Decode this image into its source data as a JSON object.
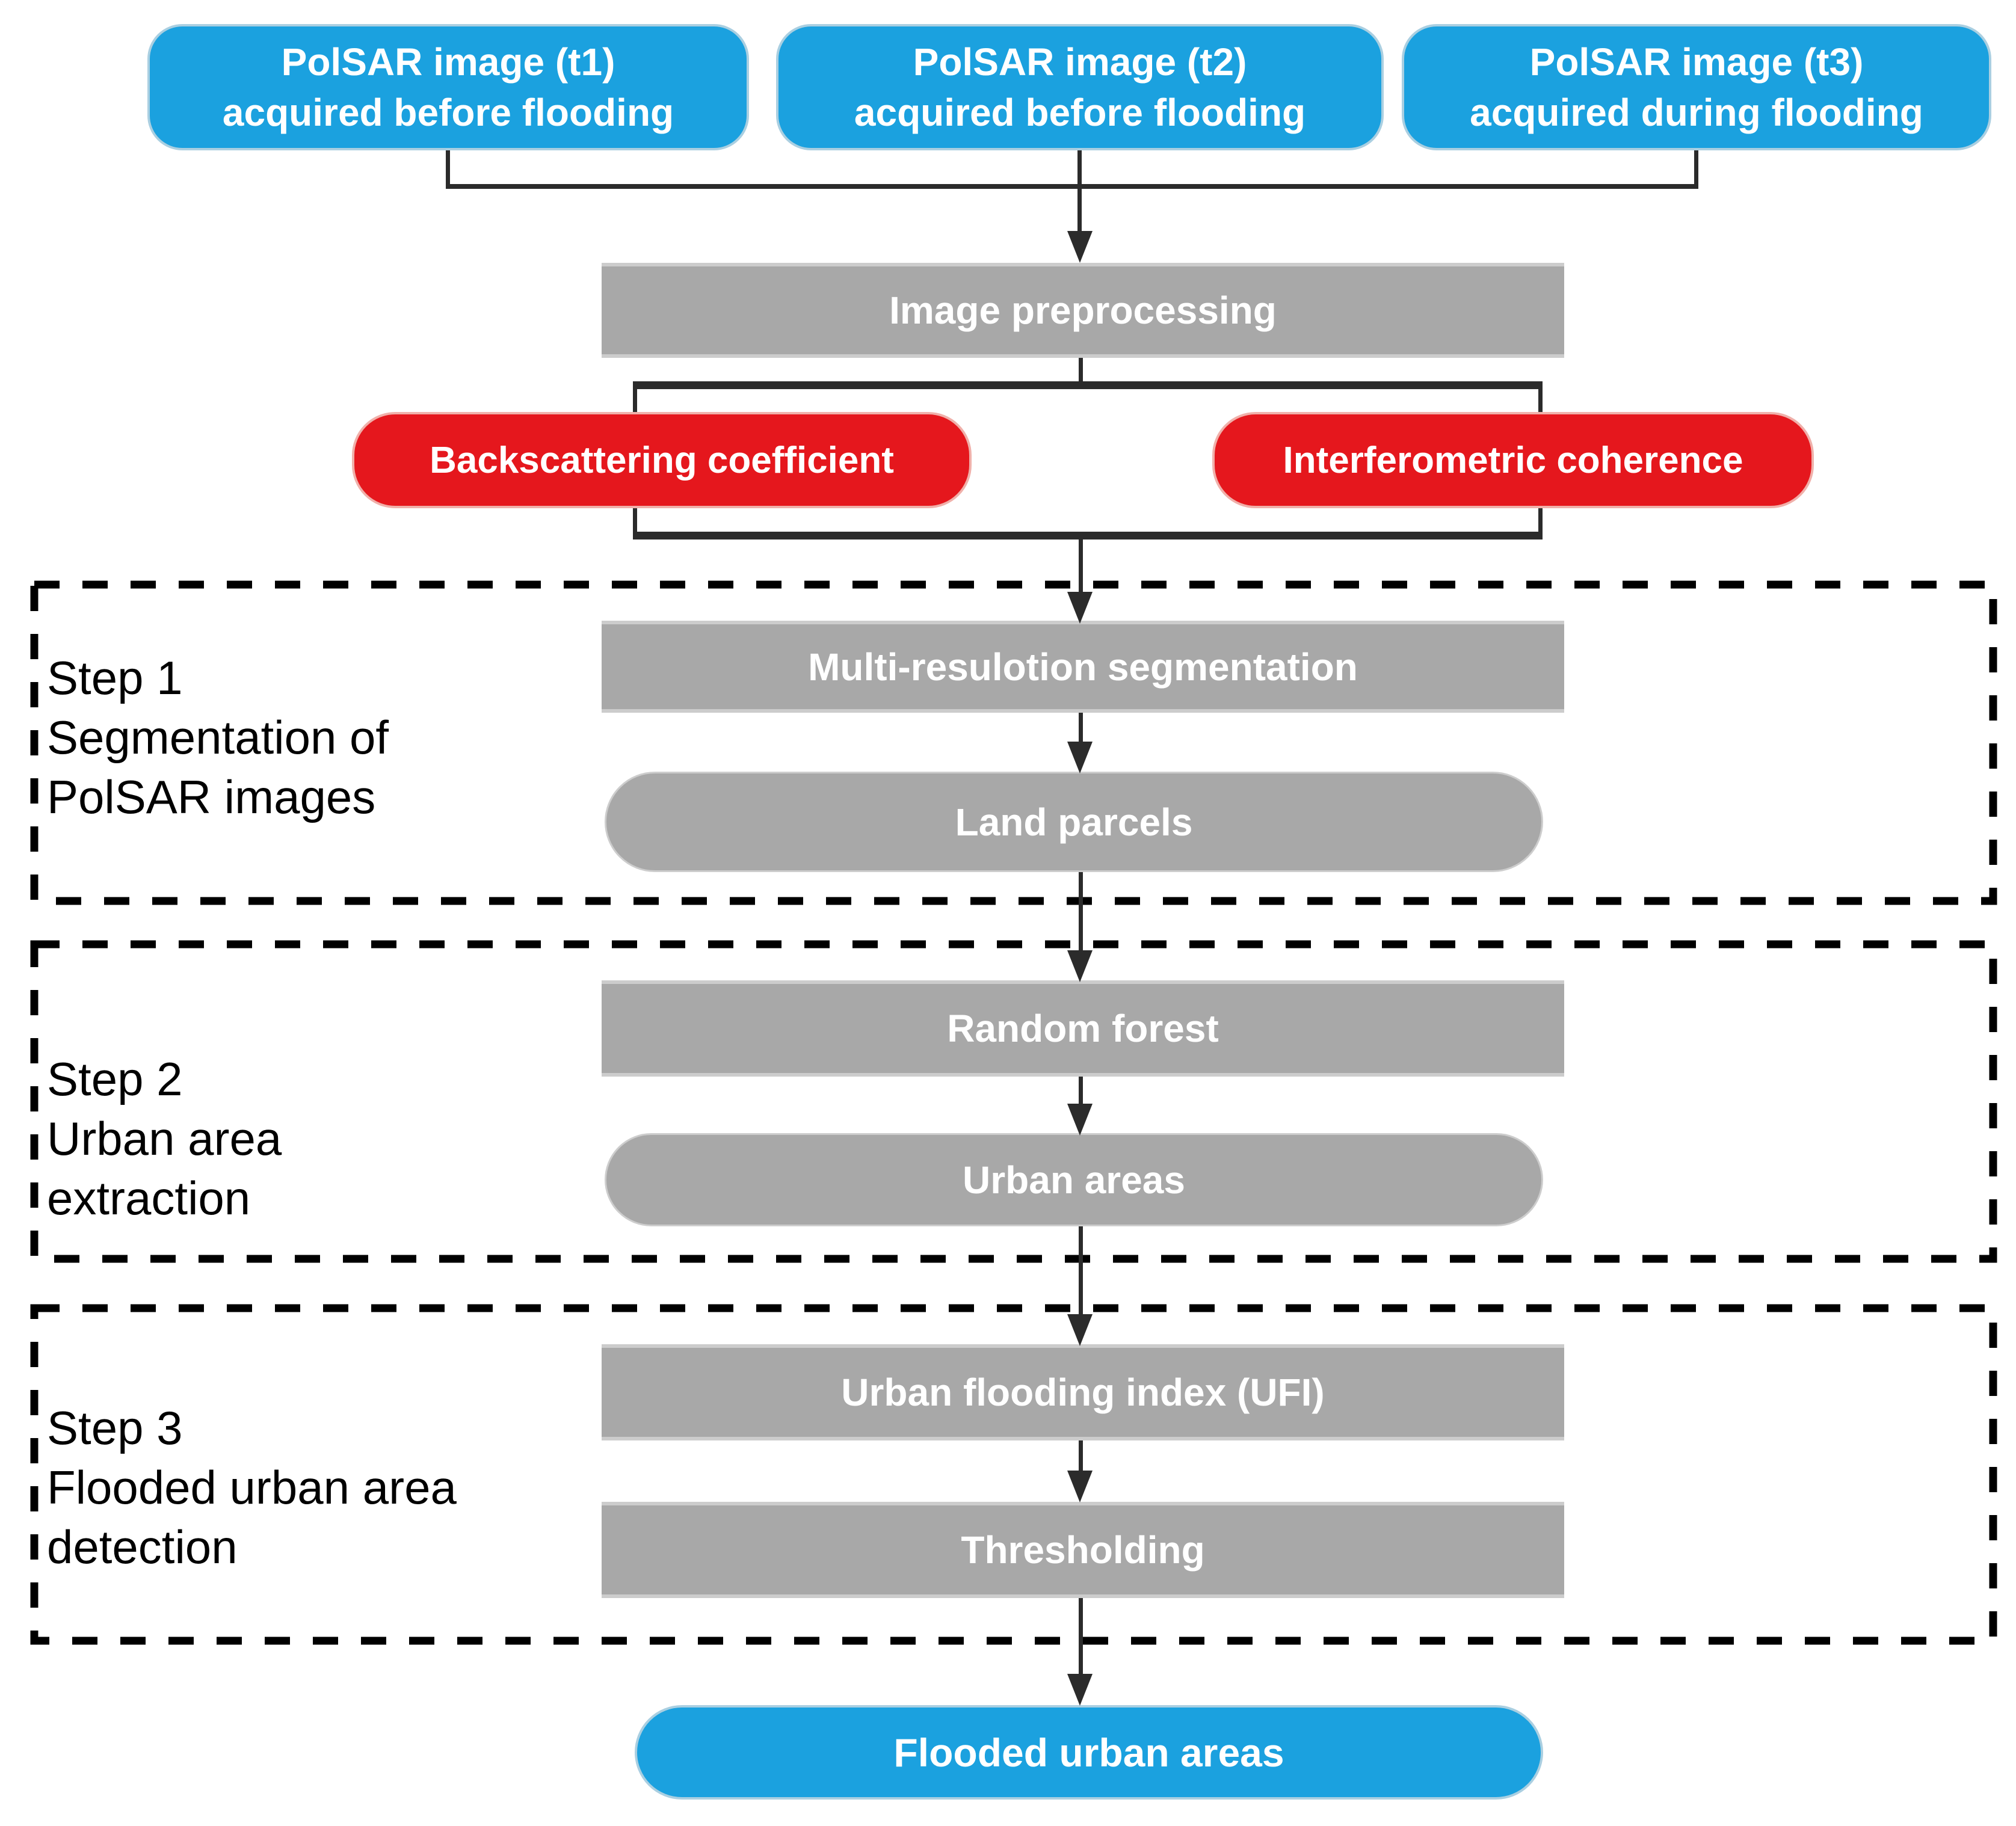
{
  "colors": {
    "blue": "#1BA1DF",
    "red": "#E5171D",
    "gray": "#A8A8A8",
    "line": "#2B2B2B",
    "label_text": "#000000",
    "text_on_fill": "#FFFFFF"
  },
  "inputs": [
    {
      "line1": "PolSAR image (t1)",
      "line2": "acquired before flooding"
    },
    {
      "line1": "PolSAR image (t2)",
      "line2": "acquired before flooding"
    },
    {
      "line1": "PolSAR image (t3)",
      "line2": "acquired during flooding"
    }
  ],
  "preprocessing": {
    "label": "Image preprocessing"
  },
  "features": {
    "left": {
      "label": "Backscattering coefficient"
    },
    "right": {
      "label": "Interferometric coherence"
    }
  },
  "steps": [
    {
      "label_lines": [
        "Step 1",
        "Segmentation of",
        "PolSAR images"
      ],
      "node1": "Multi-resulotion segmentation",
      "node2": "Land parcels"
    },
    {
      "label_lines": [
        "Step 2",
        "Urban area",
        "extraction"
      ],
      "node1": "Random forest",
      "node2": "Urban areas"
    },
    {
      "label_lines": [
        "Step 3",
        "Flooded urban area",
        "detection"
      ],
      "node1": "Urban flooding index (UFI)",
      "node2": "Thresholding"
    }
  ],
  "output": {
    "label": "Flooded urban areas"
  }
}
